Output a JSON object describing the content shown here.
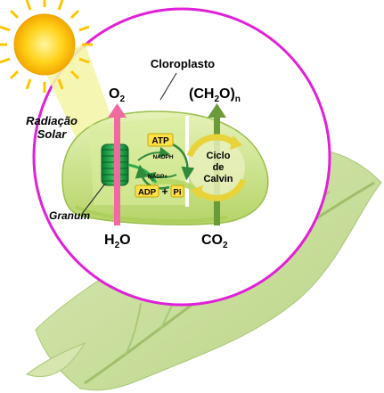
{
  "labels": {
    "chloroplast": "Cloroplasto",
    "radiation_line1": "Radiação",
    "radiation_line2": "Solar",
    "granum": "Granum",
    "o2_main": "O",
    "o2_sub": "2",
    "h2o_h": "H",
    "h2o_sub": "2",
    "h2o_o": "O",
    "co2_main": "CO",
    "co2_sub": "2",
    "ch2o_open": "(CH",
    "ch2o_sub": "2",
    "ch2o_close": "O)",
    "ch2o_n": "n",
    "atp": "ATP",
    "nadph": "NADPH",
    "nadp": "NADP+",
    "adp": "ADP",
    "plus": "+",
    "pi": "Pi",
    "calvin_line1": "Ciclo",
    "calvin_line2": "de",
    "calvin_line3": "Calvin"
  },
  "colors": {
    "circle_border": "#e020d8",
    "leaf": "#cfe2a6",
    "leaf_vein": "#9fbf6a",
    "chloroplast_fill": "#c9e28a",
    "chloroplast_dark": "#a8cc55",
    "granum": "#1aa64a",
    "sun": "#ffd21a",
    "sun_ray": "#ffc400",
    "beam": "#f3f3a0",
    "arrow_pink": "#f06aa0",
    "arrow_green": "#6a9a3a",
    "cycle_arrow": "#2f8a3a",
    "atp_box": "#ffe04a",
    "calvin_ring": "#e8d33a"
  }
}
